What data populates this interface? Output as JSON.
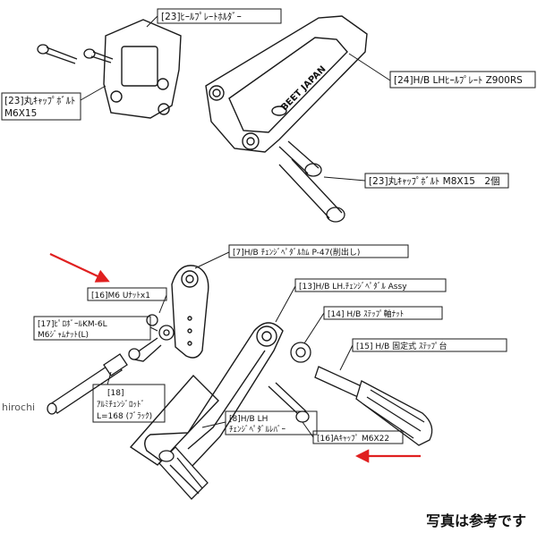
{
  "labels": {
    "l23_holder": "[23]ﾋｰﾙﾌﾟﾚｰﾄﾎﾙﾀﾞｰ",
    "l24_plate": "[24]H/B LHﾋｰﾙﾌﾟﾚｰﾄ Z900RS",
    "l23_bolt_m6": "[23]丸ｷｬｯﾌﾟﾎﾞﾙﾄ",
    "l23_bolt_m6_size": "M6X15",
    "l23_bolt_m8": "[23]丸ｷｬｯﾌﾟﾎﾞﾙﾄ M8X15　2個",
    "l7_cam": "[7]H/B ﾁｪﾝｼﾞﾍﾟﾀﾞﾙｶﾑ P-47(削出し)",
    "l13_assy": "[13]H/B LH.ﾁｪﾝｼﾞﾍﾟﾀﾞﾙ Assy",
    "l16_nut": "[16]M6 Uﾅｯﾄx1",
    "l14_step_nut": "[14] H/B ｽﾃｯﾌﾟ軸ﾅｯﾄ",
    "l17_pillow": "[17]ﾋﾟﾛﾎﾞｰﾙKM-6L",
    "l17_pillow_sub": "M6ｼﾞｬﾑﾅｯﾄ(L)",
    "l15_step": "[15] H/B 固定式 ｽﾃｯﾌﾟ台",
    "l18_rod_1": "[18]",
    "l18_rod_2": "ｱﾙﾐﾁｪﾝｼﾞﾛｯﾄﾞ",
    "l18_rod_3": "L=168 (ﾌﾞﾗｯｸ)",
    "l8_lever_1": "[8]H/B LH",
    "l8_lever_2": "ﾁｪﾝｼﾞﾍﾟﾀﾞﾙﾚﾊﾞｰ",
    "l16_cap": "[16]Aｷｬｯﾌﾟ M6X22"
  },
  "brand_text": "BEET JAPAN",
  "watermark": "hirochi",
  "caption": "写真は参考です",
  "colors": {
    "line": "#1a1a1a",
    "arrow": "#e02020",
    "background": "#ffffff"
  }
}
